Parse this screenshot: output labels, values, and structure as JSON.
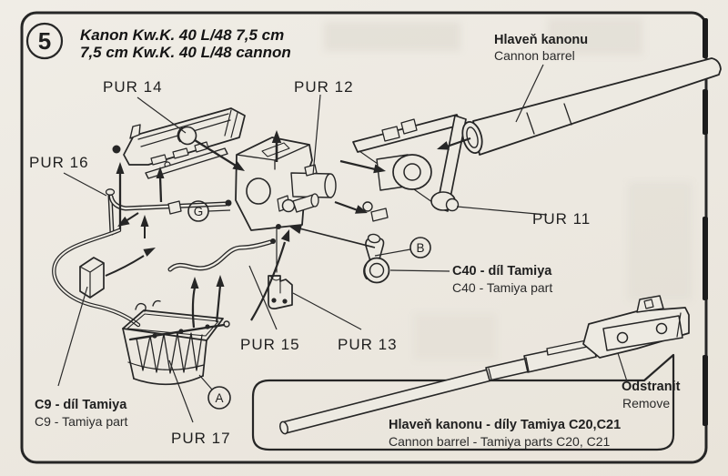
{
  "colors": {
    "paper": "#EDEAE2",
    "ink": "#262626"
  },
  "step": {
    "number": "5",
    "title_line1": "Kanon Kw.K. 40 L/48  7,5 cm",
    "title_line2": "7,5 cm Kw.K. 40 L/48 cannon"
  },
  "part_labels": {
    "pur14": "PUR 14",
    "pur12": "PUR 12",
    "pur16": "PUR 16",
    "pur11": "PUR 11",
    "pur15": "PUR 15",
    "pur13": "PUR 13",
    "pur17": "PUR 17"
  },
  "annotations": {
    "cannon_barrel": {
      "cs": "Hlaveň kanonu",
      "en": "Cannon barrel"
    },
    "c40": {
      "cs": "C40 - díl Tamiya",
      "en": "C40 - Tamiya part"
    },
    "c9": {
      "cs": "C9 - díl Tamiya",
      "en": "C9 - Tamiya part"
    },
    "remove": {
      "cs": "Odstranit",
      "en": "Remove"
    },
    "tamiya_barrel": {
      "cs": "Hlaveň kanonu - díly Tamiya C20,C21",
      "en": "Cannon barrel - Tamiya parts C20, C21"
    }
  },
  "detail_markers": {
    "g": "G",
    "b": "B",
    "a": "A"
  }
}
